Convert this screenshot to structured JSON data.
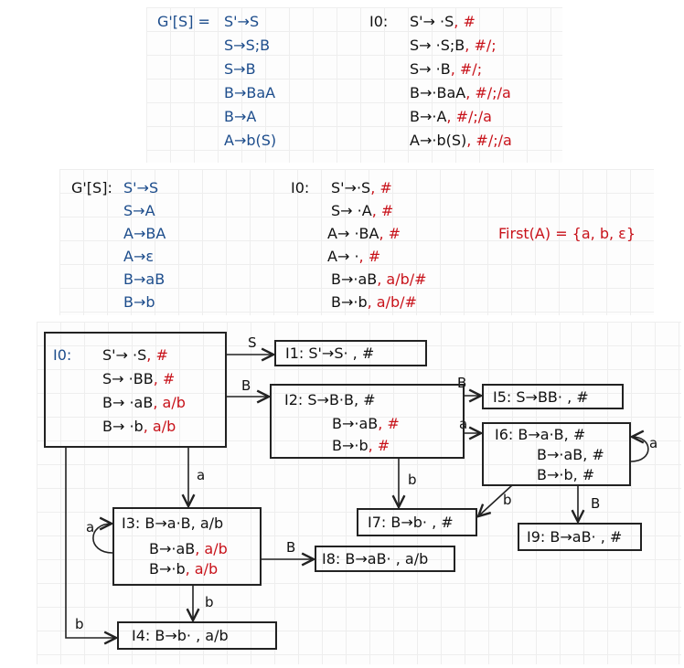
{
  "section1": {
    "grammar_label": "G'[S] =",
    "productions": [
      "S'→S",
      "S→S;B",
      "S→B",
      "B→BaA",
      "B→A",
      "A→b(S)"
    ],
    "state_label": "I0:",
    "items": [
      {
        "rule": "S'→ ·S",
        "la": ", #"
      },
      {
        "rule": "S→ ·S;B",
        "la": ", #/;"
      },
      {
        "rule": "S→ ·B",
        "la": ", #/;"
      },
      {
        "rule": "B→·BaA",
        "la": ", #/;/a"
      },
      {
        "rule": "B→·A",
        "la": ", #/;/a"
      },
      {
        "rule": "A→·b(S)",
        "la": ", #/;/a"
      }
    ]
  },
  "section2": {
    "grammar_label": "G'[S]:",
    "productions": [
      "S'→S",
      "S→A",
      "A→BA",
      "A→ε",
      "B→aB",
      "B→b"
    ],
    "state_label": "I0:",
    "items": [
      {
        "rule": "S'→·S",
        "la": ", #"
      },
      {
        "rule": "S→ ·A",
        "la": ", #"
      },
      {
        "rule": "A→ ·BA",
        "la": ", #"
      },
      {
        "rule": "A→ ·",
        "la": ", #"
      },
      {
        "rule": "B→·aB",
        "la": ", a/b/#"
      },
      {
        "rule": "B→·b",
        "la": ", a/b/#"
      }
    ],
    "first_note": "First(A) = {a, b, ε}"
  },
  "diagram": {
    "I0": {
      "label": "I0:",
      "items": [
        {
          "rule": "S'→ ·S",
          "la": ", #"
        },
        {
          "rule": "S→ ·BB",
          "la": ", #"
        },
        {
          "rule": "B→ ·aB",
          "la": ", a/b"
        },
        {
          "rule": "B→ ·b",
          "la": ", a/b"
        }
      ]
    },
    "I1": {
      "text": "I1: S'→S· , #"
    },
    "I2": {
      "label": "I2:",
      "items": [
        {
          "rule": "S→B·B, #",
          "la": ""
        },
        {
          "rule": "B→·aB",
          "la": ", #"
        },
        {
          "rule": "B→·b",
          "la": ", #"
        }
      ]
    },
    "I3": {
      "label": "I3:",
      "items": [
        {
          "rule": "B→a·B, a/b",
          "la": ""
        },
        {
          "rule": "B→·aB",
          "la": ", a/b"
        },
        {
          "rule": "B→·b",
          "la": ", a/b"
        }
      ]
    },
    "I4": {
      "text": "I4: B→b· , a/b"
    },
    "I5": {
      "text": "I5: S→BB· , #"
    },
    "I6": {
      "label": "I6:",
      "items": [
        "B→a·B, #",
        "B→·aB, #",
        "B→·b, #"
      ]
    },
    "I7": {
      "text": "I7: B→b· , #"
    },
    "I8": {
      "text": "I8: B→aB· , a/b"
    },
    "I9": {
      "text": "I9: B→aB· , #"
    },
    "edges": {
      "I0_I1": "S",
      "I0_I2": "B",
      "I2_I5": "B",
      "I2_I6": "a",
      "I6_I6": "a",
      "I2_I7": "b",
      "I6_I7": "b",
      "I6_I9": "B",
      "I0_I3": "a",
      "I3_I3": "a",
      "I3_I8": "B",
      "I3_I4": "b",
      "I0_I4": "b"
    }
  }
}
